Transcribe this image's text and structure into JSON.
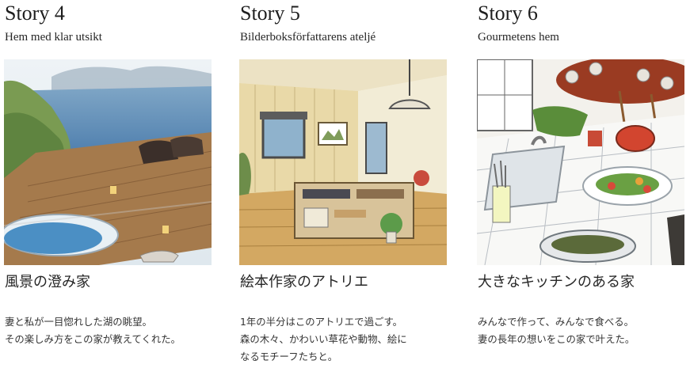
{
  "stories": [
    {
      "number": "Story 4",
      "subtitle": "Hem med klar utsikt",
      "title": "風景の澄み家",
      "description": [
        "妻と私が一目惚れした湖の眺望。",
        "その楽しみ方をこの家が教えてくれた。"
      ],
      "illustration": "lakeside-deck-illustration"
    },
    {
      "number": "Story 5",
      "subtitle": "Bilderboksförfattarens ateljé",
      "title": "絵本作家のアトリエ",
      "description": [
        "1年の半分はこのアトリエで過ごす。",
        "森の木々、かわいい草花や動物、絵に",
        "なるモチーフたちと。"
      ],
      "illustration": "atelier-illustration"
    },
    {
      "number": "Story 6",
      "subtitle": "Gourmetens hem",
      "title": "大きなキッチンのある家",
      "description": [
        "みんなで作って、みんなで食べる。",
        "妻の長年の想いをこの家で叶えた。"
      ],
      "illustration": "kitchen-illustration"
    }
  ]
}
